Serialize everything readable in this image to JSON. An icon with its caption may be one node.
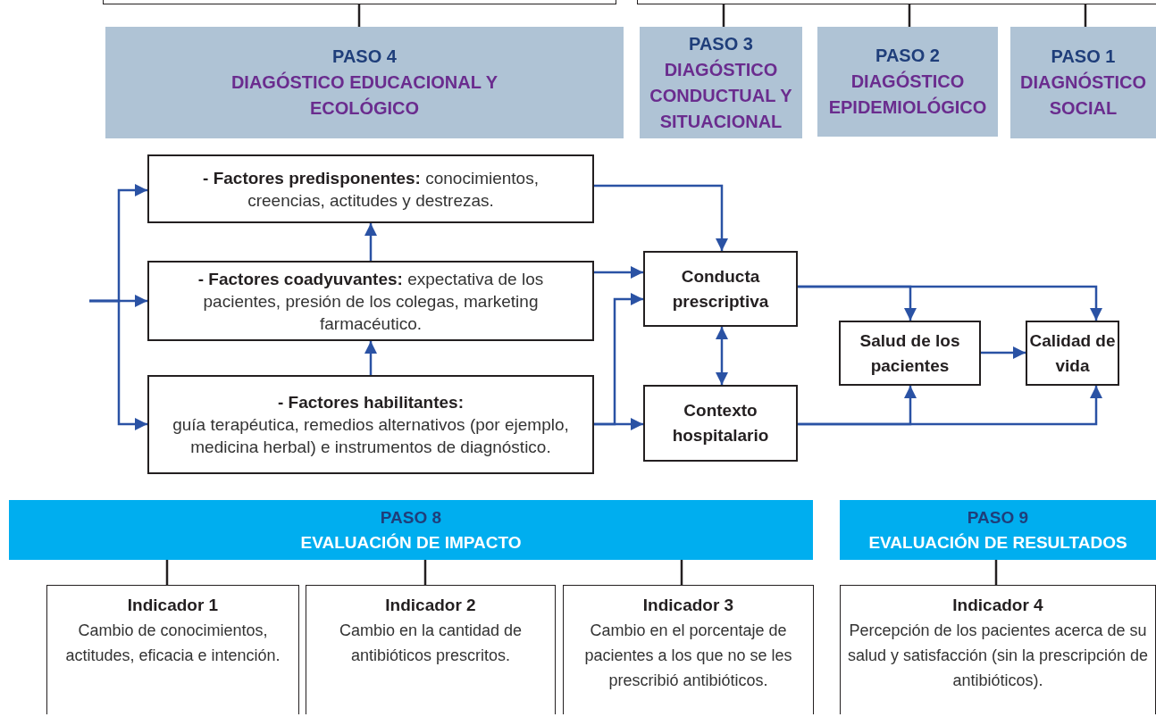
{
  "diagram": {
    "nodes": [
      {
        "text": [],
        "shape": "box"
      },
      {
        "text": [],
        "shape": "box"
      },
      {
        "text": [
          "PASO 4",
          "DIAGÓSTICO EDUCACIONAL Y ECOLÓGICO"
        ]
      },
      {
        "text": [
          "PASO 3",
          "DIAGÓSTICO CONDUCTUAL Y SITUACIONAL"
        ]
      },
      {
        "text": [
          "PASO 2",
          "DIAGÓSTICO EPIDEMIOLÓGICO"
        ]
      },
      {
        "text": [
          "PASO 1",
          "DIAGNÓSTICO SOCIAL"
        ]
      },
      {
        "text": [
          "**- Factores predisponentes:** conocimientos, creencias, actitudes y destrezas."
        ]
      },
      {
        "text": [
          "**- Factores coadyuvantes:** expectativa de los pacientes, presión de los colegas, marketing farmacéutico."
        ]
      },
      {
        "text": [
          "- Factores habilitantes:",
          "guía terapéutica, remedios alternativos (por ejemplo, medicina herbal) e instrumentos de diagnóstico."
        ]
      },
      {
        "text": [
          "Conducta prescriptiva"
        ]
      },
      {
        "text": [
          "Contexto hospitalario"
        ]
      },
      {
        "text": [
          "Salud de los pacientes"
        ]
      },
      {
        "text": [
          "Calidad de vida"
        ]
      },
      {
        "text": [
          "PASO 8",
          "EVALUACIÓN DE IMPACTO"
        ]
      },
      {
        "text": [
          "PASO 9",
          "EVALUACIÓN DE RESULTADOS"
        ]
      },
      {
        "text": [
          "Indicador 1",
          "Cambio de conocimientos, actitudes, eficacia e intención."
        ]
      },
      {
        "text": [
          "Indicador 2",
          "Cambio en la cantidad de antibióticos prescritos."
        ]
      },
      {
        "text": [
          "Indicador 3",
          "Cambio en el porcentaje de pacientes a los que no se les prescribió antibióticos."
        ]
      },
      {
        "text": [
          "Indicador 4",
          "Percepción de los pacientes acerca de su salud y satisfacción (sin la prescripción de antibióticos)."
        ]
      }
    ],
    "edges": [
      {
        "from": 0,
        "to": 2,
        "arrow": "none",
        "color": "#231f20"
      },
      {
        "from": 1,
        "to": 3,
        "arrow": "none",
        "color": "#231f20"
      },
      {
        "from": 1,
        "to": 4,
        "arrow": "none",
        "color": "#231f20"
      },
      {
        "from": 1,
        "to": 5,
        "arrow": "none",
        "color": "#231f20"
      },
      {
        "from": null,
        "to": 6,
        "arrow": "to"
      },
      {
        "from": null,
        "to": 7,
        "arrow": "to"
      },
      {
        "from": null,
        "to": 8,
        "arrow": "to"
      },
      {
        "from": 8,
        "to": 7,
        "arrow": "to"
      },
      {
        "from": 7,
        "to": 6,
        "arrow": "to"
      },
      {
        "from": 6,
        "to": 9,
        "arrow": "to"
      },
      {
        "from": 7,
        "to": 9,
        "arrow": "to"
      },
      {
        "from": 8,
        "to": 9,
        "arrow": "to"
      },
      {
        "from": 8,
        "to": 10,
        "arrow": "to"
      },
      {
        "from": 9,
        "to": 10,
        "arrow": "both"
      },
      {
        "from": 9,
        "to": 11,
        "arrow": "to"
      },
      {
        "from": 9,
        "to": 12,
        "arrow": "to"
      },
      {
        "from": 10,
        "to": 11,
        "arrow": "to"
      },
      {
        "from": 10,
        "to": 12,
        "arrow": "to"
      },
      {
        "from": 11,
        "to": 12,
        "arrow": "to"
      },
      {
        "from": 13,
        "to": 15,
        "arrow": "none",
        "color": "#231f20"
      },
      {
        "from": 13,
        "to": 16,
        "arrow": "none",
        "color": "#231f20"
      },
      {
        "from": 13,
        "to": 17,
        "arrow": "none",
        "color": "#231f20"
      },
      {
        "from": 14,
        "to": 18,
        "arrow": "none",
        "color": "#231f20"
      }
    ]
  }
}
